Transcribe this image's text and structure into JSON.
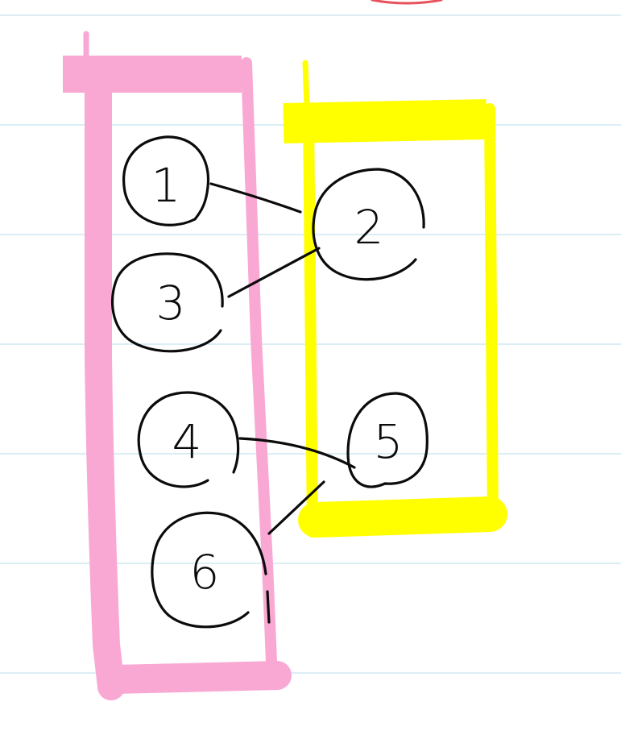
{
  "colors": {
    "paper": "#ffffff",
    "ruled_line": "#cfe9f2",
    "ink": "#0b0b0b",
    "group_left": "#f9a8d4",
    "group_right": "#ffff00",
    "top_mark": "#e8515b"
  },
  "groups": [
    {
      "id": "left",
      "color_key": "group_left",
      "members": [
        "1",
        "3",
        "4",
        "6"
      ]
    },
    {
      "id": "right",
      "color_key": "group_right",
      "members": [
        "2",
        "5"
      ]
    }
  ],
  "nodes": [
    {
      "id": "n1",
      "label": "1",
      "group": "left"
    },
    {
      "id": "n2",
      "label": "2",
      "group": "right"
    },
    {
      "id": "n3",
      "label": "3",
      "group": "left"
    },
    {
      "id": "n4",
      "label": "4",
      "group": "left"
    },
    {
      "id": "n5",
      "label": "5",
      "group": "right"
    },
    {
      "id": "n6",
      "label": "6",
      "group": "left"
    }
  ],
  "edges": [
    {
      "from": "1",
      "to": "2"
    },
    {
      "from": "3",
      "to": "2"
    },
    {
      "from": "4",
      "to": "5"
    },
    {
      "from": "6",
      "to": "5"
    }
  ]
}
